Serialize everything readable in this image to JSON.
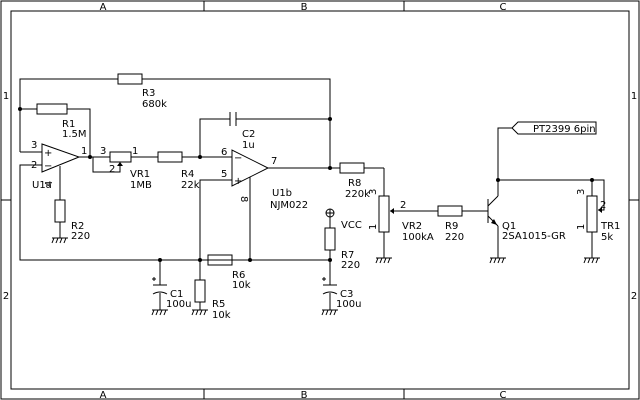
{
  "frame": {
    "columns": [
      "A",
      "B",
      "C"
    ],
    "rows": [
      "1",
      "2"
    ]
  },
  "components": {
    "r1": {
      "ref": "R1",
      "value": "1.5M"
    },
    "r2": {
      "ref": "R2",
      "value": "220"
    },
    "r3": {
      "ref": "R3",
      "value": "680k"
    },
    "r4": {
      "ref": "R4",
      "value": "22k"
    },
    "r5": {
      "ref": "R5",
      "value": "10k"
    },
    "r6": {
      "ref": "R6",
      "value": "10k"
    },
    "r7": {
      "ref": "R7",
      "value": "220"
    },
    "r8": {
      "ref": "R8",
      "value": "220k"
    },
    "r9": {
      "ref": "R9",
      "value": "220"
    },
    "c1": {
      "ref": "C1",
      "value": "100u"
    },
    "c2": {
      "ref": "C2",
      "value": "1u"
    },
    "c3": {
      "ref": "C3",
      "value": "100u"
    },
    "vr1": {
      "ref": "VR1",
      "value": "1MB"
    },
    "vr2": {
      "ref": "VR2",
      "value": "100kA"
    },
    "tr1": {
      "ref": "TR1",
      "value": "5k"
    },
    "q1": {
      "ref": "Q1",
      "value": "2SA1015-GR"
    },
    "u1a": {
      "ref": "U1a"
    },
    "u1b": {
      "ref": "U1b",
      "value": "NJM022"
    }
  },
  "power": {
    "vcc": "VCC"
  },
  "connector": {
    "label": "PT2399 6pin"
  },
  "pins": {
    "u1a": {
      "plus": "+",
      "minus": "−",
      "p3": "3",
      "p2": "2",
      "p1": "1",
      "p4": "4"
    },
    "u1b": {
      "plus": "+",
      "minus": "−",
      "p6": "6",
      "p5": "5",
      "p7": "7",
      "p8": "8"
    },
    "vr1": {
      "p3": "3",
      "p1": "1",
      "p2": "2"
    },
    "vr2": {
      "p3": "3",
      "p1": "1",
      "p2": "2"
    },
    "tr1": {
      "p3": "3",
      "p1": "1",
      "p2": "2"
    }
  },
  "colors": {
    "line": "#000000",
    "background": "#ffffff"
  }
}
